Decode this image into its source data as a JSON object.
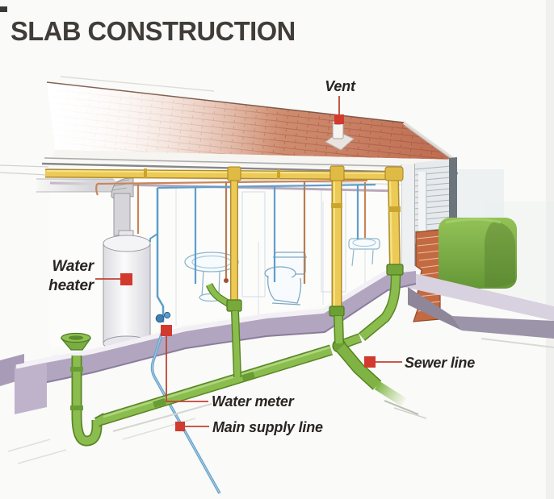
{
  "title": "SLAB CONSTRUCTION",
  "labels": {
    "vent": "Vent",
    "water_heater": "Water\nheater",
    "sewer_line": "Sewer line",
    "water_meter": "Water meter",
    "main_supply_line": "Main supply line"
  },
  "colors": {
    "paper": "#fafaf8",
    "title_ink": "#403d39",
    "label_ink": "#282521",
    "marker_red": "#d23a2d",
    "leader_red": "#bf4434",
    "roof_terracotta": "#bd6b4f",
    "pipe_yellow": "#ecca57",
    "pipe_yellow_dark": "#ad851f",
    "pipe_green": "#8abd4e",
    "pipe_green_dark": "#55831f",
    "supply_cold_blue": "#5f9ec9",
    "supply_hot_orange": "#c9855a",
    "slab_purple": "#b2a5c0",
    "brick_red": "#c46a40",
    "hedge_green": "#76a844",
    "siding_gray": "#e7eaec",
    "flue_gray": "#d6d6da",
    "sketch_blue": "#8fb6cc"
  }
}
